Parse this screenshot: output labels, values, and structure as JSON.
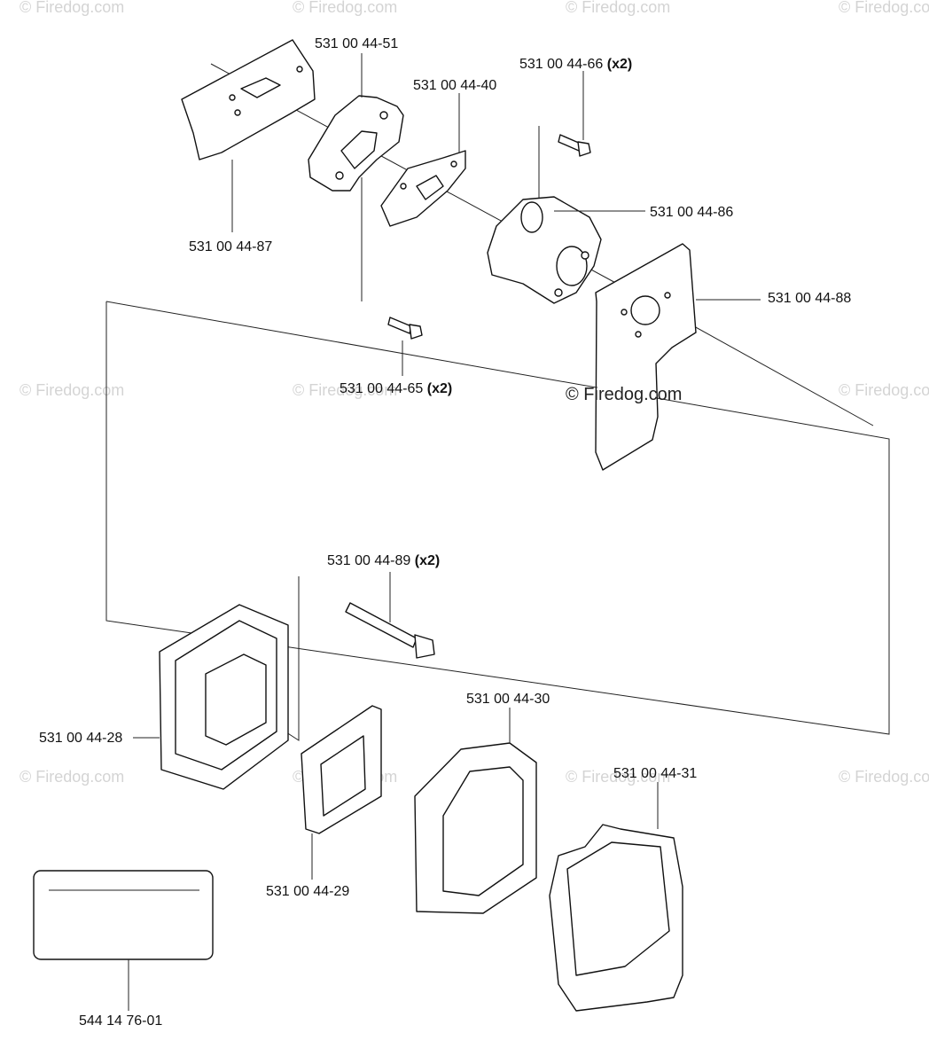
{
  "watermark": {
    "text": "© Firedog.com",
    "center_text": "© Firedog.com"
  },
  "parts": {
    "p4451": {
      "number": "531 00 44-51",
      "qty": ""
    },
    "p4440": {
      "number": "531 00 44-40",
      "qty": ""
    },
    "p4466": {
      "number": "531 00 44-66",
      "qty": "(x2)"
    },
    "p4486": {
      "number": "531 00 44-86",
      "qty": ""
    },
    "p4487": {
      "number": "531 00 44-87",
      "qty": ""
    },
    "p4488": {
      "number": "531 00 44-88",
      "qty": ""
    },
    "p4465": {
      "number": "531 00 44-65",
      "qty": "(x2)"
    },
    "p4489": {
      "number": "531 00 44-89",
      "qty": "(x2)"
    },
    "p4428": {
      "number": "531 00 44-28",
      "qty": ""
    },
    "p4430": {
      "number": "531 00 44-30",
      "qty": ""
    },
    "p4431": {
      "number": "531 00 44-31",
      "qty": ""
    },
    "p4429": {
      "number": "531 00 44-29",
      "qty": ""
    },
    "p1476": {
      "number": "544 14 76-01",
      "qty": ""
    }
  }
}
